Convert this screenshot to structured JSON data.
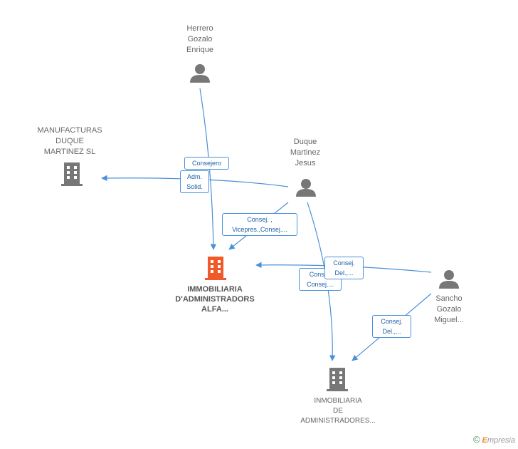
{
  "nodes": {
    "herrero": {
      "label": "Herrero\nGozalo\nEnrique"
    },
    "duque": {
      "label": "Duque\nMartinez\nJesus"
    },
    "sancho": {
      "label": "Sancho\nGozalo\nMiguel..."
    },
    "manufacturas": {
      "label": "MANUFACTURAS\nDUQUE\nMARTINEZ SL"
    },
    "alfa": {
      "label": "IMMOBILIARIA\nD'ADMINISTRADORS\nALFA..."
    },
    "immobiliaria2": {
      "label": "INMOBILIARIA\nDE\nADMINISTRADORES..."
    }
  },
  "edges": {
    "consejero": "Consejero",
    "adm_solid": "Adm.\nSolid.",
    "consej_vicepres": "Consej. ,\nVicepres.,Consej....",
    "consej_del_sancho_alfa": "Consej.\nDel.,...",
    "consej_duque_inmo": "Consej.\nConsej....",
    "consej_del_sancho_inmo": "Consej.\nDel.,..."
  },
  "colors": {
    "edge": "#4a90d9",
    "person": "#777777",
    "company": "#777777",
    "main_company": "#f05a28"
  },
  "footer": {
    "copyright": "©",
    "brand_e": "E",
    "brand_rest": "mpresia"
  }
}
